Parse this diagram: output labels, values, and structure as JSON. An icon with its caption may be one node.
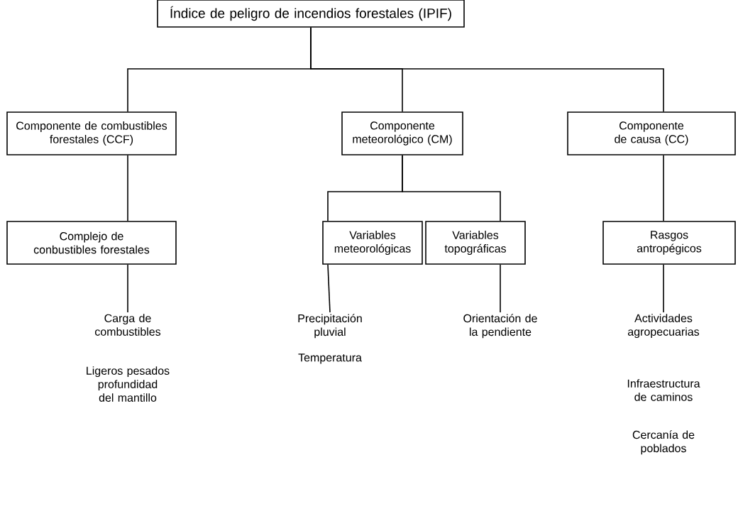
{
  "diagram": {
    "nodes": [
      {
        "text": [
          "Índice de peligro de incendios forestales (IPIF)"
        ]
      },
      {
        "text": [
          "Componente de combustibles forestales (CCF)"
        ]
      },
      {
        "text": [
          "Componente meteorológico (CM)"
        ]
      },
      {
        "text": [
          "Componente de causa (CC)"
        ]
      },
      {
        "text": [
          "Complejo de conbustibles forestales"
        ]
      },
      {
        "text": [
          "Variables meteorológicas"
        ]
      },
      {
        "text": [
          "Variables topográficas"
        ]
      },
      {
        "text": [
          "Rasgos antropégicos"
        ]
      },
      {
        "text": [
          "Carga de combustibles"
        ]
      },
      {
        "text": [
          "Precipitación pluvial"
        ]
      },
      {
        "text": [
          "Orientación de la pendiente"
        ]
      },
      {
        "text": [
          "Actividades agropecuarias"
        ]
      }
    ],
    "edges": [
      {
        "from": 0,
        "to": 1,
        "arrow": "none"
      },
      {
        "from": 0,
        "to": 2,
        "arrow": "none"
      },
      {
        "from": 0,
        "to": 3,
        "arrow": "none"
      },
      {
        "from": 1,
        "to": 4,
        "arrow": "none"
      },
      {
        "from": 2,
        "to": 5,
        "arrow": "none"
      },
      {
        "from": 2,
        "to": 6,
        "arrow": "none"
      },
      {
        "from": 3,
        "to": 7,
        "arrow": "none"
      },
      {
        "from": 4,
        "to": 8,
        "arrow": "none"
      },
      {
        "from": 5,
        "to": 9,
        "arrow": "none"
      },
      {
        "from": 6,
        "to": 10,
        "arrow": "none"
      },
      {
        "from": 7,
        "to": 11,
        "arrow": "none"
      }
    ],
    "labels": [
      "Ligeros pesados profundidad del mantillo",
      "Temperatura",
      "Infraestructura de caminos",
      "Cercanía de poblados"
    ]
  }
}
